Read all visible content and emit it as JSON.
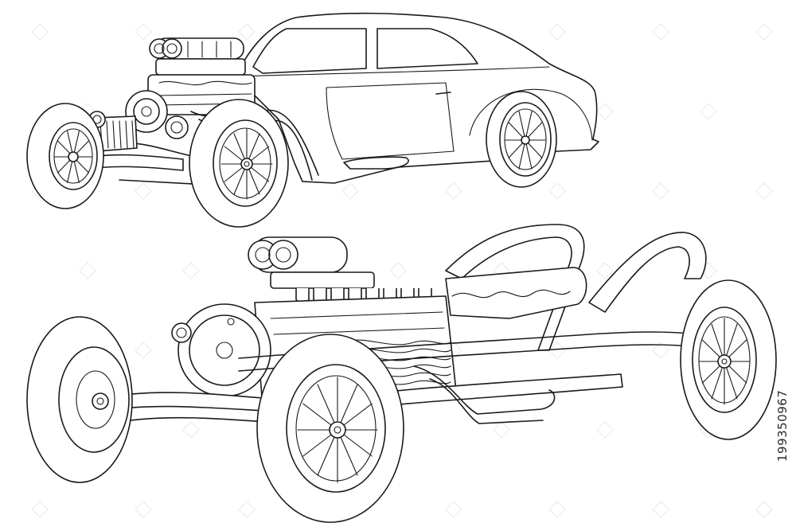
{
  "image": {
    "description_objects": [
      "hot-rod-coupe",
      "hot-rod-roadster-chassis"
    ],
    "stock_id": "199350967",
    "colors": {
      "ink": "#1a1a1a",
      "background": "#ffffff",
      "watermark": "#ececec"
    }
  }
}
